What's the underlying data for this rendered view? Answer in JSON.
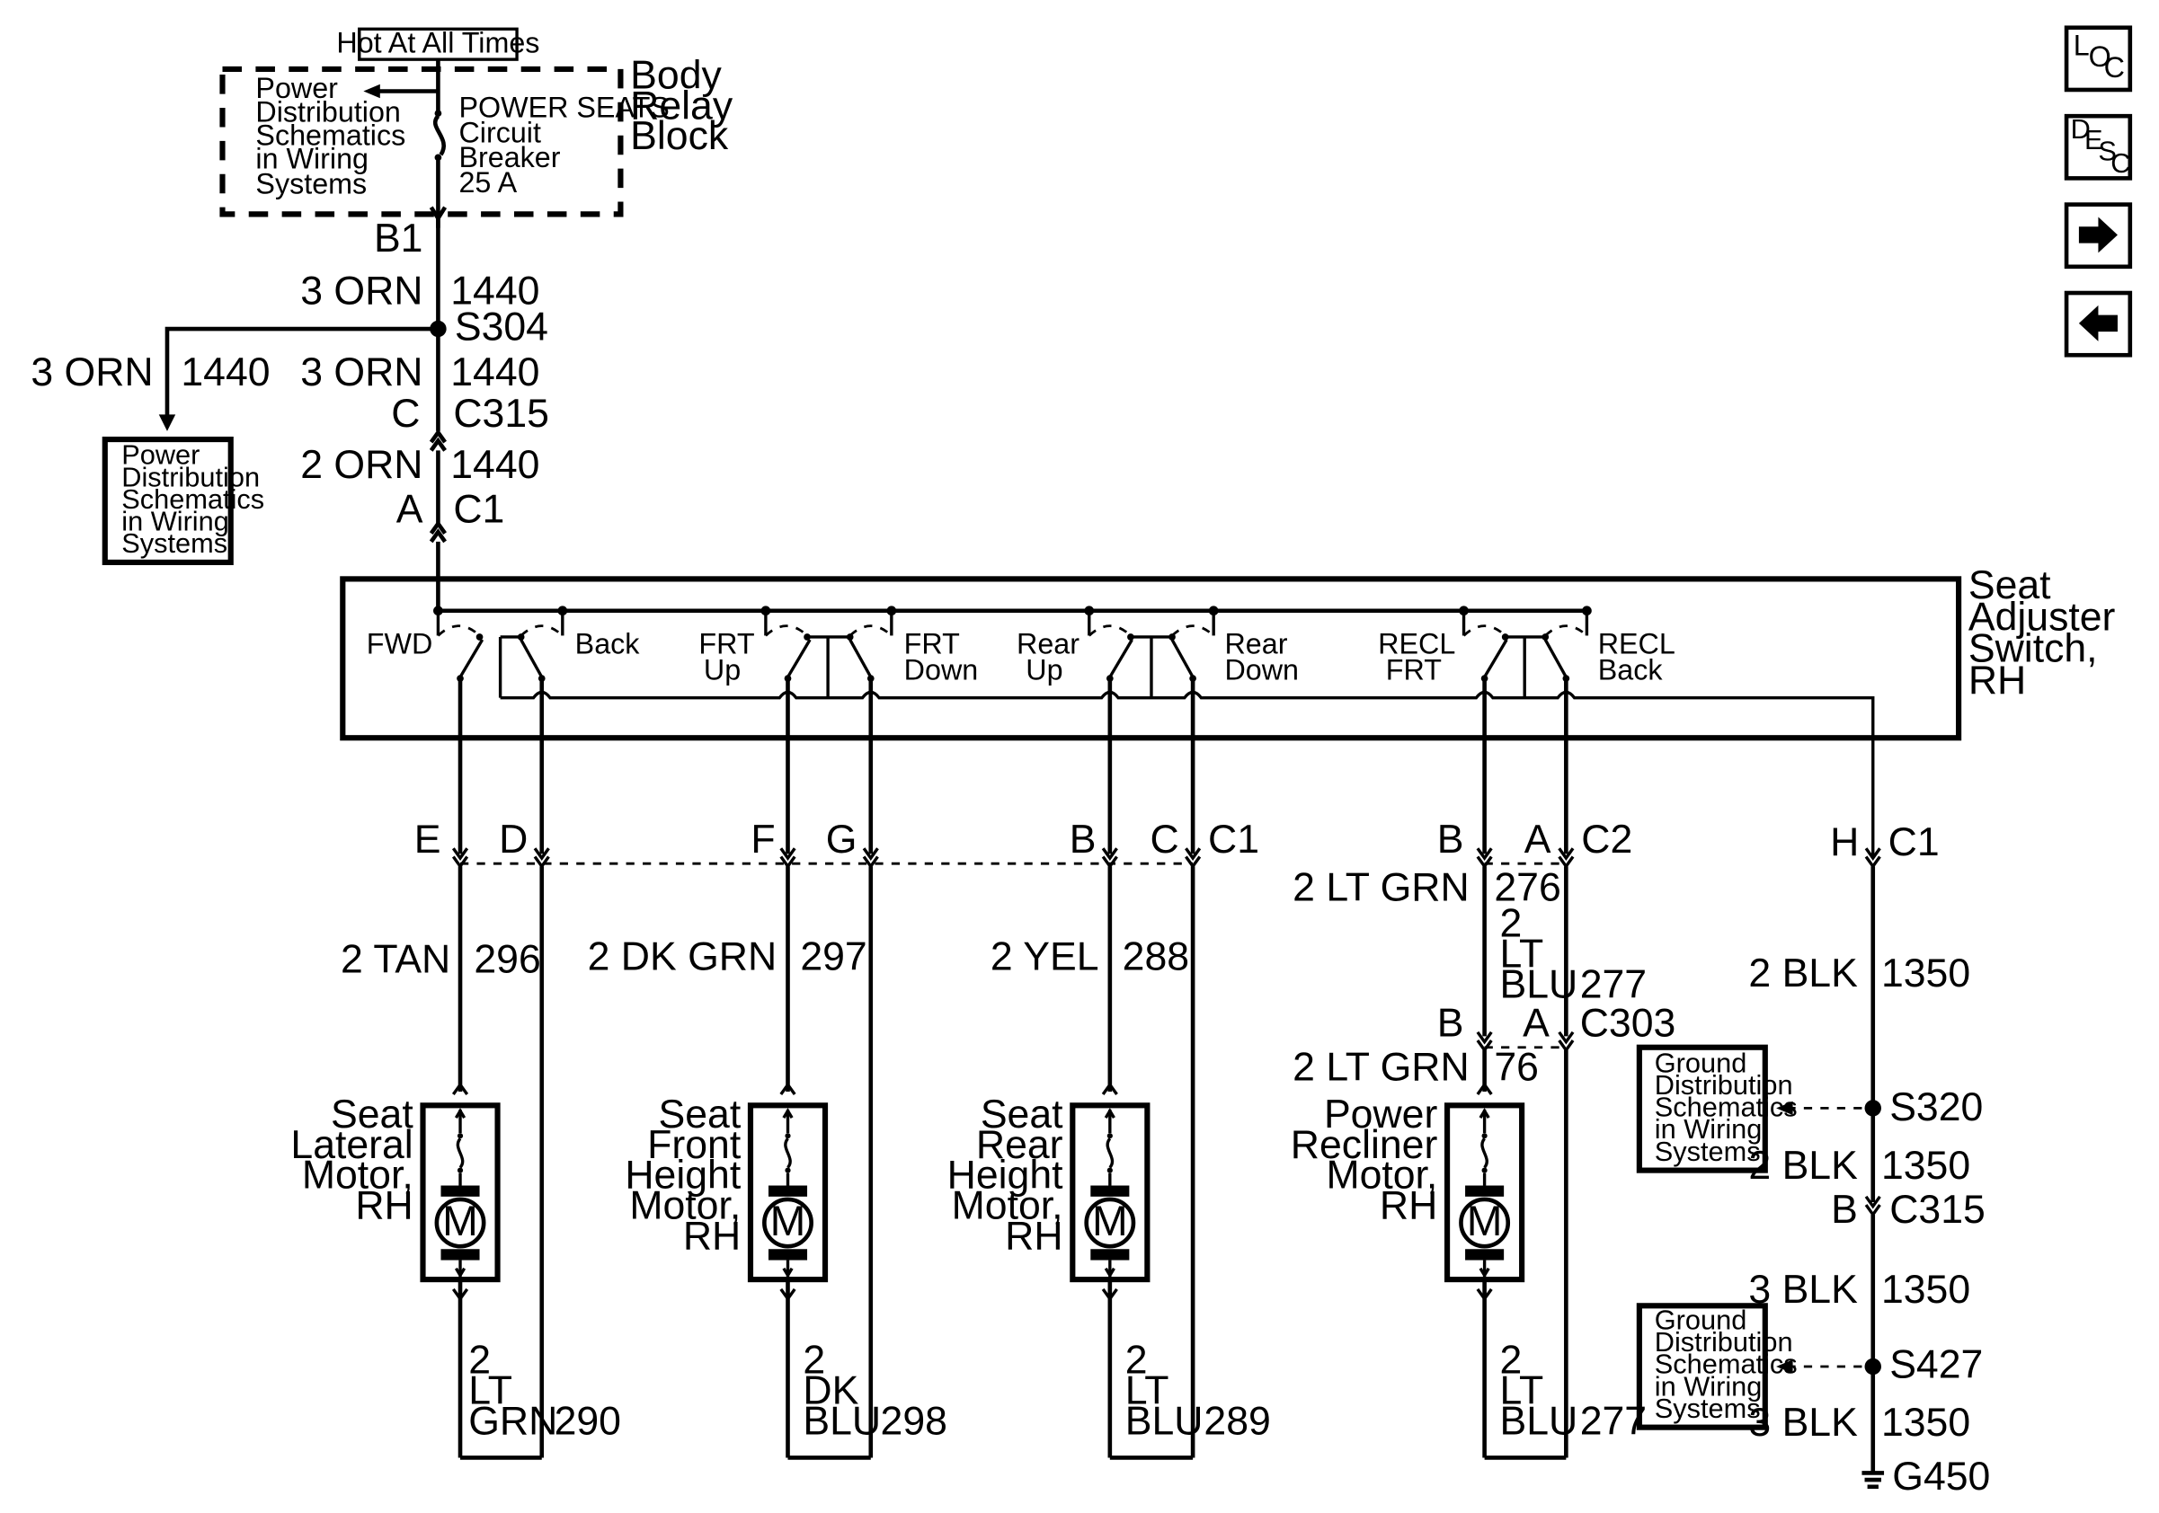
{
  "hot_label": "Hot At All Times",
  "body_relay_block": [
    "Body",
    "Relay",
    "Block"
  ],
  "power_dist_note": [
    "Power",
    "Distribution",
    "Schematics",
    "in Wiring",
    "Systems"
  ],
  "breaker": [
    "POWER SEATS",
    "Circuit",
    "Breaker",
    "25 A"
  ],
  "ground_dist_note": [
    "Ground",
    "Distribution",
    "Schematics",
    "in Wiring",
    "Systems"
  ],
  "seat_switch_label": [
    "Seat",
    "Adjuster",
    "Switch,",
    "RH"
  ],
  "feed": {
    "b1": "B1",
    "w1_size": "3 ORN",
    "w1_num": "1440",
    "s304": "S304",
    "branch_size": "3 ORN",
    "branch_num": "1440",
    "w2_size": "3 ORN",
    "w2_num": "1440",
    "c315_pin": "C",
    "c315": "C315",
    "w3_size": "2 ORN",
    "w3_num": "1440",
    "c1_pin": "A",
    "c1": "C1"
  },
  "switch_labels": {
    "fwd": "FWD",
    "back": "Back",
    "frt_up": [
      "FRT",
      "Up"
    ],
    "frt_down": [
      "FRT",
      "Down"
    ],
    "rear_up": [
      "Rear",
      "Up"
    ],
    "rear_down": [
      "Rear",
      "Down"
    ],
    "recl_frt": [
      "RECL",
      "FRT"
    ],
    "recl_back": [
      "RECL",
      "Back"
    ]
  },
  "pins": {
    "e": "E",
    "d": "D",
    "f": "F",
    "g": "G",
    "b": "B",
    "c": "C",
    "c1": "C1",
    "b2": "B",
    "a2": "A",
    "c2": "C2",
    "h": "H",
    "c1_h": "C1",
    "b3": "B",
    "a3": "A",
    "c303": "C303"
  },
  "wires": {
    "tan_size": "2 TAN",
    "tan_num": "296",
    "dkgrn_size": "2 DK GRN",
    "dkgrn_num": "297",
    "yel_size": "2 YEL",
    "yel_num": "288",
    "ltgrn276_size": "2 LT GRN",
    "ltgrn276_num": "276",
    "ltblu277_size": [
      "2",
      "LT",
      "BLU"
    ],
    "ltblu277_num": "277",
    "ltgrn76_size": "2 LT GRN",
    "ltgrn76_num": "76",
    "blk1_size": "2 BLK",
    "blk1_num": "1350",
    "blk2_size": "2 BLK",
    "blk2_num": "1350",
    "blk3_size": "3 BLK",
    "blk3_num": "1350",
    "blk4_size": "3 BLK",
    "blk4_num": "1350",
    "ret290": [
      "2",
      "LT",
      "GRN"
    ],
    "ret290_num": "290",
    "ret298": [
      "2",
      "DK",
      "BLU"
    ],
    "ret298_num": "298",
    "ret289": [
      "2",
      "LT",
      "BLU"
    ],
    "ret289_num": "289",
    "ret277": [
      "2",
      "LT",
      "BLU"
    ],
    "ret277_num": "277"
  },
  "ground": {
    "s320": "S320",
    "c315_pin": "B",
    "c315": "C315",
    "s427": "S427",
    "g450": "G450"
  },
  "motors": {
    "lateral": [
      "Seat",
      "Lateral",
      "Motor,",
      "RH"
    ],
    "front": [
      "Seat",
      "Front",
      "Height",
      "Motor,",
      "RH"
    ],
    "rear": [
      "Seat",
      "Rear",
      "Height",
      "Motor,",
      "RH"
    ],
    "recliner": [
      "Power",
      "Recliner",
      "Motor,",
      "RH"
    ],
    "symbol": "M"
  },
  "nav": {
    "loc": [
      "L",
      "O",
      "C"
    ],
    "desc": [
      "D",
      "E",
      "S",
      "C"
    ]
  }
}
